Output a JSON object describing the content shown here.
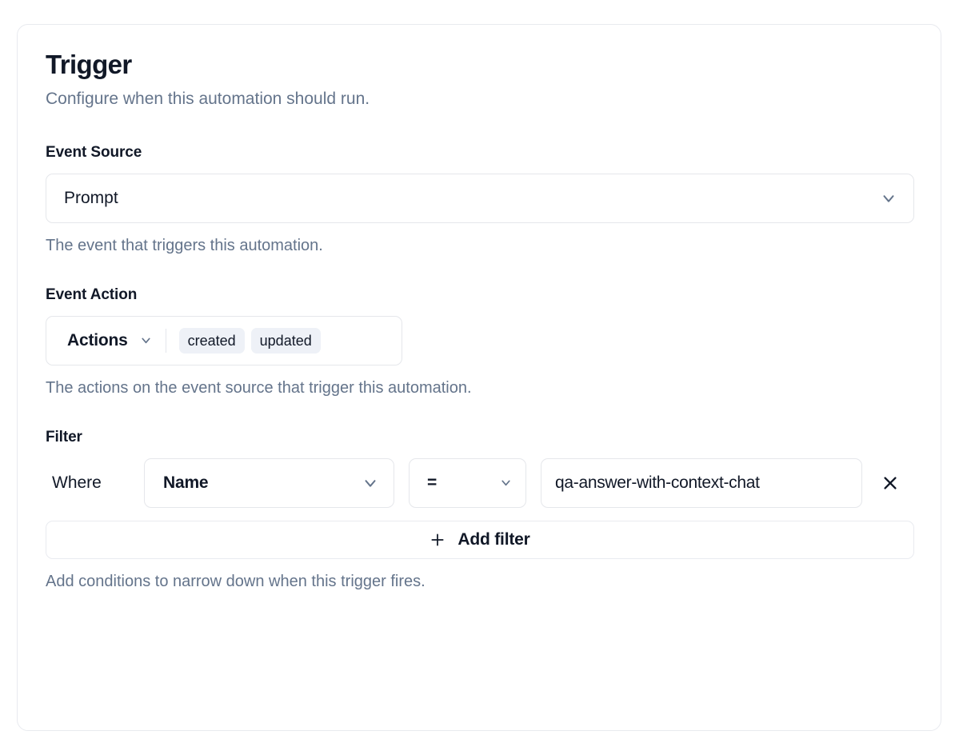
{
  "card": {
    "title": "Trigger",
    "subtitle": "Configure when this automation should run."
  },
  "event_source": {
    "label": "Event Source",
    "value": "Prompt",
    "help": "The event that triggers this automation.",
    "chevron_icon": "chevron-down-icon"
  },
  "event_action": {
    "label": "Event Action",
    "trigger_label": "Actions",
    "selected": [
      "created",
      "updated"
    ],
    "help": "The actions on the event source that trigger this automation.",
    "chevron_icon": "chevron-down-icon"
  },
  "filter": {
    "label": "Filter",
    "where_label": "Where",
    "rows": [
      {
        "field": "Name",
        "operator": "=",
        "value": "qa-answer-with-context-chat",
        "remove_icon": "close-icon"
      }
    ],
    "add_label": "Add filter",
    "add_icon": "plus-icon",
    "help": "Add conditions to narrow down when this trigger fires."
  },
  "colors": {
    "text": "#111827",
    "muted": "#64748b",
    "border": "#e5e7eb",
    "chip_bg": "#eef1f7",
    "card_border": "#e8eaef"
  }
}
